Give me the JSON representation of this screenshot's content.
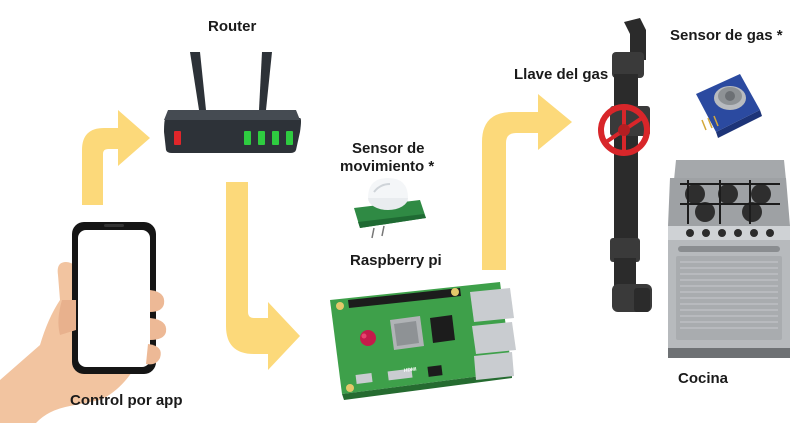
{
  "labels": {
    "router": "Router",
    "motion_sensor_line1": "Sensor de",
    "motion_sensor_line2": "movimiento *",
    "raspberry": "Raspberry pi",
    "gas_valve": "Llave del gas",
    "gas_sensor": "Sensor de gas *",
    "stove": "Cocina",
    "app_control": "Control por app"
  },
  "colors": {
    "arrow": "#fcd97a",
    "router_body": "#2d3238",
    "router_led_red": "#e0262a",
    "router_led_green": "#2ecc40",
    "pcb_green": "#3ea04a",
    "valve_red": "#d8262a",
    "pipe": "#2b2b2b",
    "sensor_blue": "#2b4aa0",
    "stove_steel": "#b7babd"
  },
  "icons": [
    "hand-phone-icon",
    "router-icon",
    "motion-sensor-icon",
    "raspberry-pi-icon",
    "gas-valve-pipe-icon",
    "gas-sensor-icon",
    "stove-icon"
  ]
}
